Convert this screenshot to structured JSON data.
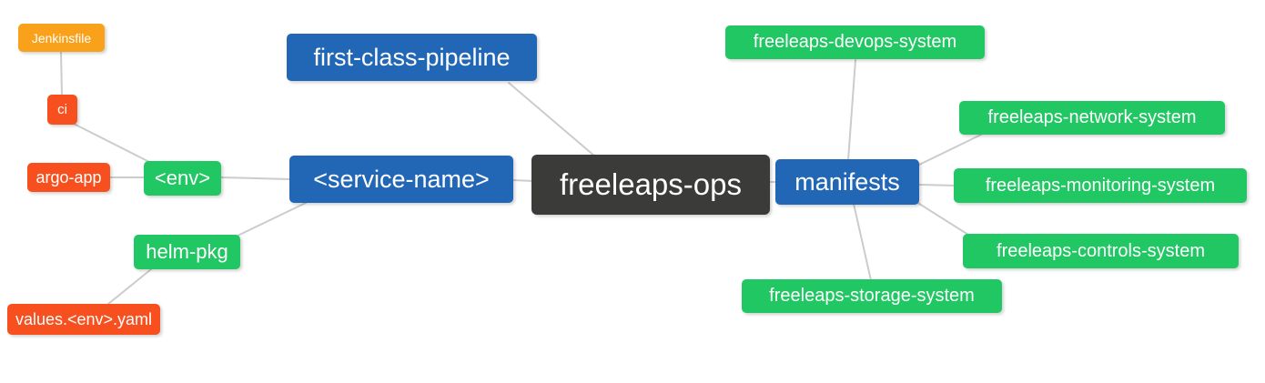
{
  "palette": {
    "blue": "#2267b5",
    "green": "#20c763",
    "orange": "#f9a11b",
    "red_orange": "#f7501e",
    "dark": "#3b3b39",
    "edge_line": "#cccccc",
    "node_text": "#ffffff",
    "background": "#ffffff"
  },
  "mindmap": {
    "root": "freeleaps-ops",
    "nodes": {
      "jenkinsfile": {
        "label": "Jenkinsfile",
        "color": "orange"
      },
      "ci": {
        "label": "ci",
        "color": "red_orange"
      },
      "argo_app": {
        "label": "argo-app",
        "color": "red_orange"
      },
      "env": {
        "label": "<env>",
        "color": "green"
      },
      "helm_pkg": {
        "label": "helm-pkg",
        "color": "green"
      },
      "values_yaml": {
        "label": "values.<env>.yaml",
        "color": "red_orange"
      },
      "first_class_pipeline": {
        "label": "first-class-pipeline",
        "color": "blue"
      },
      "service_name": {
        "label": "<service-name>",
        "color": "blue"
      },
      "freeleaps_ops": {
        "label": "freeleaps-ops",
        "color": "dark"
      },
      "manifests": {
        "label": "manifests",
        "color": "blue"
      },
      "devops_system": {
        "label": "freeleaps-devops-system",
        "color": "green"
      },
      "network_system": {
        "label": "freeleaps-network-system",
        "color": "green"
      },
      "monitoring_system": {
        "label": "freeleaps-monitoring-system",
        "color": "green"
      },
      "controls_system": {
        "label": "freeleaps-controls-system",
        "color": "green"
      },
      "storage_system": {
        "label": "freeleaps-storage-system",
        "color": "green"
      }
    },
    "edges": [
      {
        "from": "ci",
        "to": "jenkinsfile"
      },
      {
        "from": "env",
        "to": "ci"
      },
      {
        "from": "env",
        "to": "argo_app"
      },
      {
        "from": "service_name",
        "to": "env"
      },
      {
        "from": "service_name",
        "to": "helm_pkg"
      },
      {
        "from": "helm_pkg",
        "to": "values_yaml"
      },
      {
        "from": "freeleaps_ops",
        "to": "first_class_pipeline"
      },
      {
        "from": "freeleaps_ops",
        "to": "service_name"
      },
      {
        "from": "freeleaps_ops",
        "to": "manifests"
      },
      {
        "from": "manifests",
        "to": "devops_system"
      },
      {
        "from": "manifests",
        "to": "network_system"
      },
      {
        "from": "manifests",
        "to": "monitoring_system"
      },
      {
        "from": "manifests",
        "to": "controls_system"
      },
      {
        "from": "manifests",
        "to": "storage_system"
      }
    ]
  }
}
